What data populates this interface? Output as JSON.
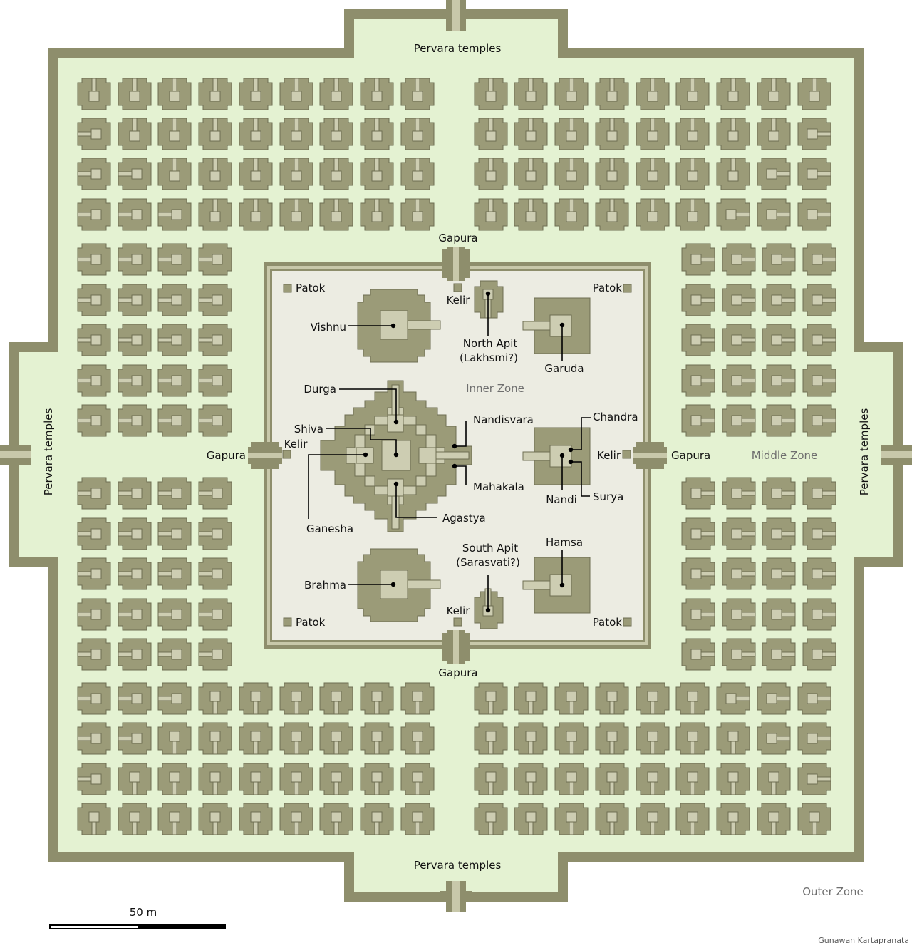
{
  "zones": {
    "inner": "Inner Zone",
    "middle": "Middle Zone",
    "outer": "Outer Zone"
  },
  "labels": {
    "pervara_top": "Pervara temples",
    "pervara_bottom": "Pervara temples",
    "pervara_left": "Pervara temples",
    "pervara_right": "Pervara temples",
    "gapura_north": "Gapura",
    "gapura_south": "Gapura",
    "gapura_west": "Gapura",
    "gapura_east": "Gapura",
    "patok_nw": "Patok",
    "patok_ne": "Patok",
    "patok_sw": "Patok",
    "patok_se": "Patok",
    "kelir_north": "Kelir",
    "kelir_south": "Kelir",
    "kelir_west": "Kelir",
    "kelir_east": "Kelir",
    "vishnu": "Vishnu",
    "brahma": "Brahma",
    "garuda": "Garuda",
    "hamsa": "Hamsa",
    "north_apit_1": "North Apit",
    "north_apit_2": "(Lakhsmi?)",
    "south_apit_1": "South Apit",
    "south_apit_2": "(Sarasvati?)",
    "durga": "Durga",
    "shiva": "Shiva",
    "ganesha": "Ganesha",
    "agastya": "Agastya",
    "nandisvara": "Nandisvara",
    "mahakala": "Mahakala",
    "chandra": "Chandra",
    "nandi": "Nandi",
    "surya": "Surya"
  },
  "scale": {
    "label": "50 m"
  },
  "credit": "Gunawan Kartapranata",
  "colors": {
    "wall": "#8e8e6c",
    "wall_light": "#c8c8aa",
    "temple": "#9b9b78",
    "temple_dark": "#6e6e52",
    "outer_fill": "#e4f2d2",
    "inner_fill": "#ecece2",
    "chamber": "#cdcdb2"
  }
}
